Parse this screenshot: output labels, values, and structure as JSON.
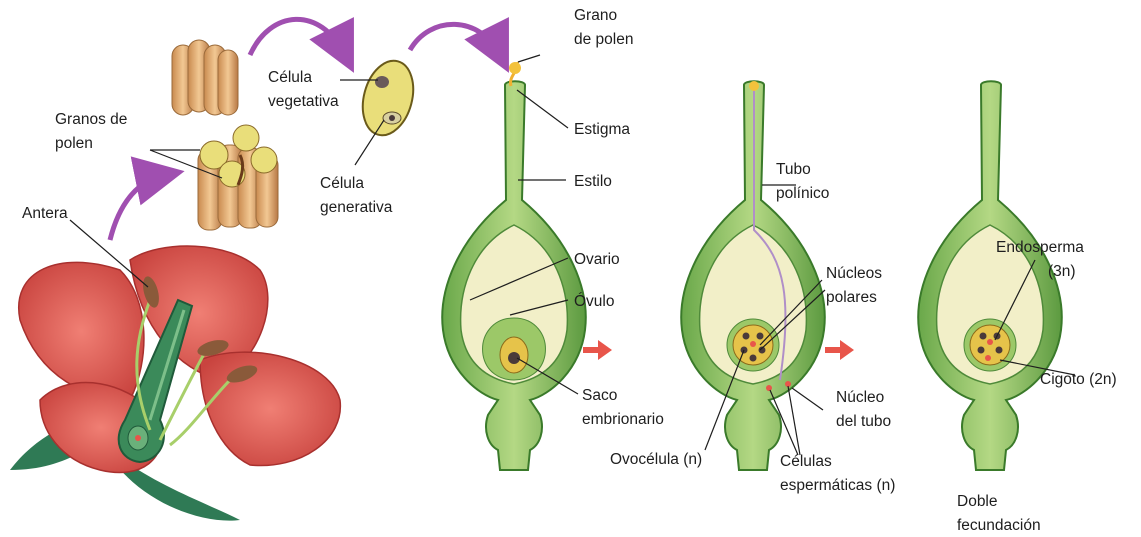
{
  "diagram": {
    "labels": {
      "granos_de_polen_1": "Granos de",
      "granos_de_polen_2": "polen",
      "antera": "Antera",
      "celula_vegetativa_1": "Célula",
      "celula_vegetativa_2": "vegetativa",
      "celula_generativa_1": "Célula",
      "celula_generativa_2": "generativa",
      "grano_de_polen_1": "Grano",
      "grano_de_polen_2": "de polen",
      "estigma": "Estigma",
      "estilo": "Estilo",
      "ovario": "Ovario",
      "ovulo": "Óvulo",
      "saco_embrionario_1": "Saco",
      "saco_embrionario_2": "embrionario",
      "tubo_polinico_1": "Tubo",
      "tubo_polinico_2": "polínico",
      "nucleos_polares_1": "Núcleos",
      "nucleos_polares_2": "polares",
      "nucleo_del_tubo_1": "Núcleo",
      "nucleo_del_tubo_2": "del tubo",
      "ovocelula": "Ovocélula (n)",
      "celulas_espermaticas_1": "Células",
      "celulas_espermaticas_2": "espermáticas (n)",
      "endosperma_1": "Endosperma",
      "endosperma_2": "(3n)",
      "cigoto": "Cigoto (2n)",
      "doble_fecundacion_1": "Doble",
      "doble_fecundacion_2": "fecundación"
    },
    "colors": {
      "petal": "#d9574f",
      "petal_dark": "#a8302e",
      "pistil": "#9cc868",
      "pistil_dark": "#4f8a3a",
      "ovary_inner": "#f2efc8",
      "anther": "#8a5a3a",
      "pollen": "#e8b87a",
      "pollen_face": "#e9de7a",
      "arrow_purple": "#a04fb0",
      "arrow_red": "#e8554a",
      "leaf": "#2f7a55"
    }
  }
}
